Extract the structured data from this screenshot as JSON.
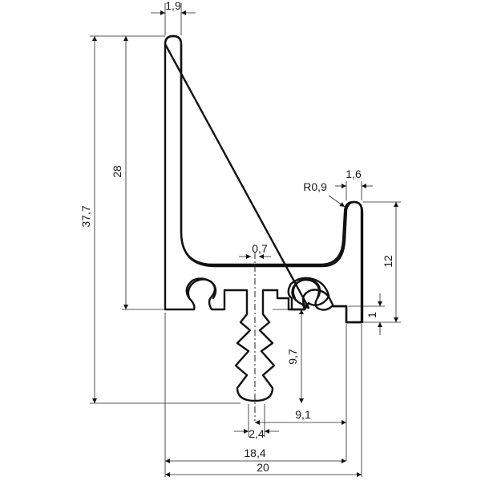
{
  "dimensions": {
    "top_wall_thickness": "1,9",
    "inner_height": "28",
    "total_height": "37,7",
    "radius": "R0,9",
    "lip_thickness": "1,6",
    "lip_height": "12",
    "step": "1",
    "slot_width": "0,7",
    "barb_height": "9,7",
    "barb_width": "2,4",
    "barb_offset": "9,1",
    "inner_width": "18,4",
    "total_width": "20"
  }
}
